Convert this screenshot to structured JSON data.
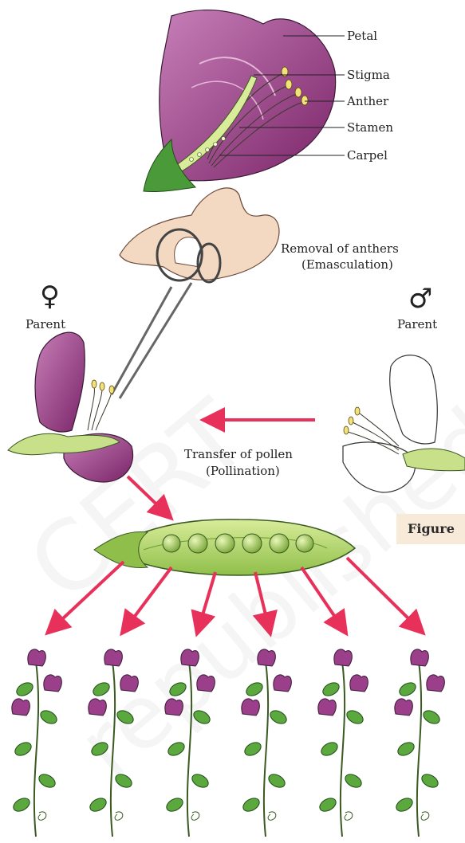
{
  "labels": {
    "petal": "Petal",
    "stigma": "Stigma",
    "anther": "Anther",
    "stamen": "Stamen",
    "carpel": "Carpel",
    "removal_line1": "Removal of anthers",
    "removal_line2": "(Emasculation)",
    "female_symbol": "♀",
    "female_label": "Parent",
    "male_symbol": "♂",
    "male_label": "Parent",
    "transfer_line1": "Transfer of pollen",
    "transfer_line2": "(Pollination)",
    "figure_tag": "Figure"
  },
  "watermark": [
    "CERT",
    "republished"
  ],
  "colors": {
    "petal_purple": "#8c2f78",
    "petal_light": "#c77fb8",
    "green": "#4a9a3a",
    "green_light": "#c8e08a",
    "arrow": "#e8315a",
    "line": "#222222",
    "figure_bg": "#f7ead9"
  },
  "offspring_count": 6
}
